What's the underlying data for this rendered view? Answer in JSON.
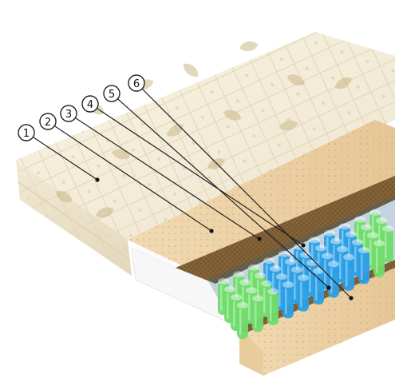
{
  "callouts": [
    {
      "number": "1",
      "layer": "quilted-cover"
    },
    {
      "number": "2",
      "layer": "latex-layer"
    },
    {
      "number": "3",
      "layer": "coconut-coir-layer"
    },
    {
      "number": "4",
      "layer": "pocket-spring-block-blue"
    },
    {
      "number": "5",
      "layer": "lower-coconut-coir-layer"
    },
    {
      "number": "6",
      "layer": "lower-latex-layer"
    }
  ],
  "colors": {
    "cover": "#f3ecd8",
    "cover_shade": "#e6dcc2",
    "cover_quilt": "#d9cfae",
    "leaf": "#c9b98a",
    "latex": "#efd6ac",
    "latex_shade": "#e2c08c",
    "coir": "#8a6a3c",
    "coir_shade": "#6f532d",
    "foam": "#f7f7f7",
    "spring_blue": "#2a9fe6",
    "spring_green": "#6fdc6a",
    "line": "#222222"
  }
}
